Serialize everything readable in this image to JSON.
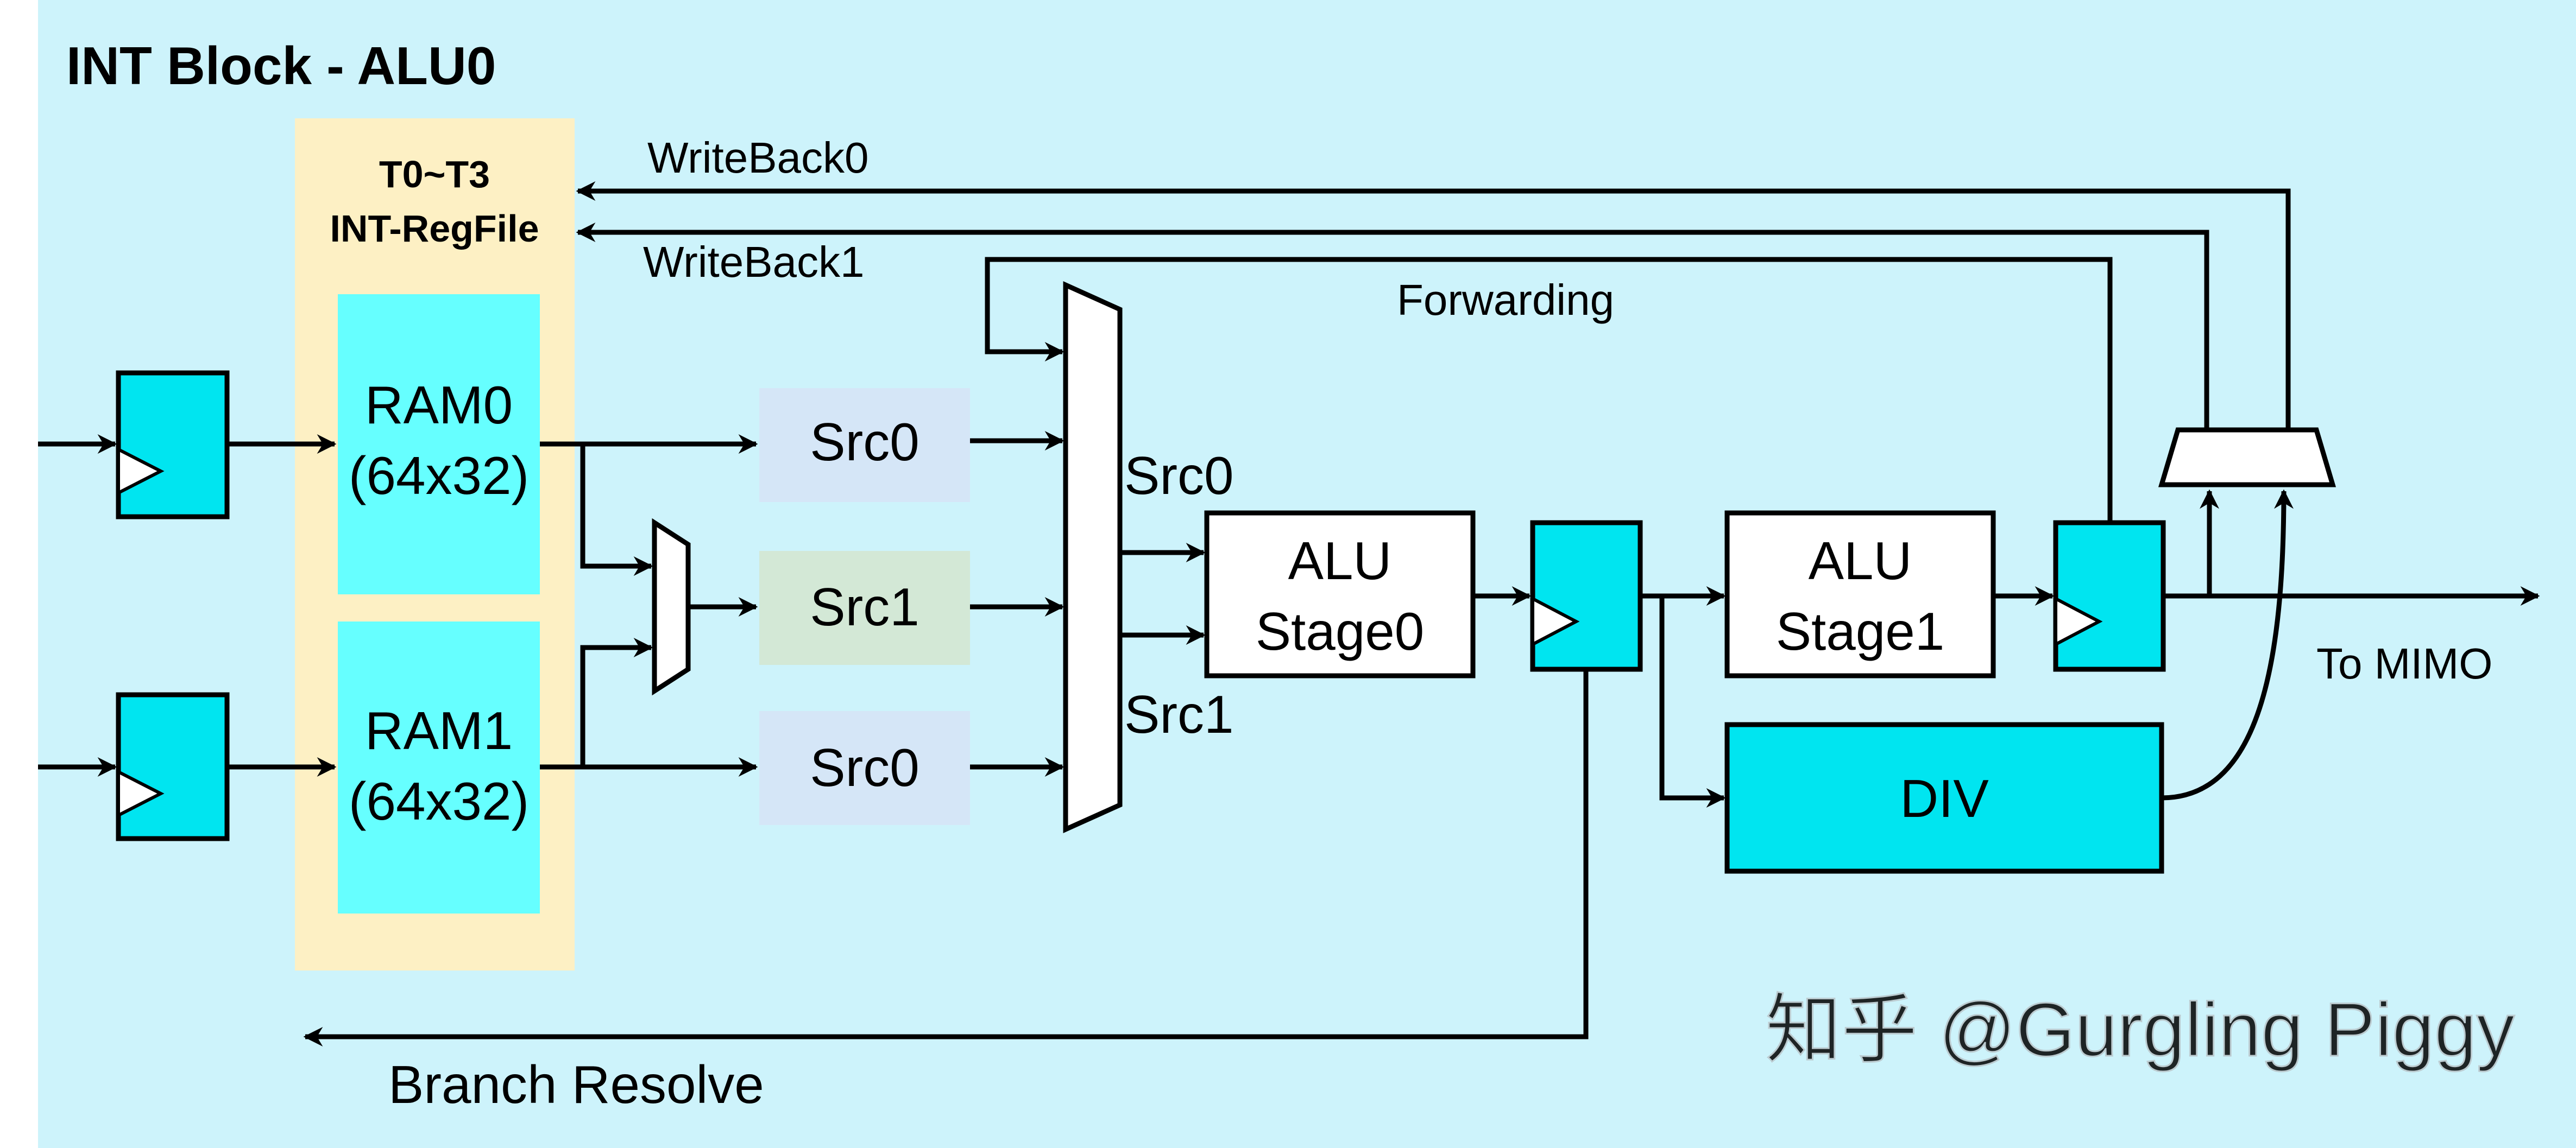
{
  "title": "INT Block - ALU0",
  "regfile": {
    "line1": "T0~T3",
    "line2": "INT-RegFile"
  },
  "ram0": {
    "line1": "RAM0",
    "line2": "(64x32)"
  },
  "ram1": {
    "line1": "RAM1",
    "line2": "(64x32)"
  },
  "src_boxes": {
    "top": "Src0",
    "middle": "Src1",
    "bottom": "Src0"
  },
  "mux_outputs": {
    "upper": "Src0",
    "lower": "Src1"
  },
  "alu_stage0": {
    "line1": "ALU",
    "line2": "Stage0"
  },
  "alu_stage1": {
    "line1": "ALU",
    "line2": "Stage1"
  },
  "div": "DIV",
  "labels": {
    "writeback0": "WriteBack0",
    "writeback1": "WriteBack1",
    "forwarding": "Forwarding",
    "to_mimo": "To MIMO",
    "branch_resolve": "Branch Resolve"
  },
  "watermark": "知乎 @Gurgling Piggy",
  "colors": {
    "background": "#cdf3fb",
    "title": "#e8131a",
    "regfile": "#fdf0c4",
    "ram": "#66ffff",
    "register": "#00e5f0",
    "div": "#00e5f0",
    "src0": "#d5e6f7",
    "src1": "#d3e8d6",
    "white": "#ffffff"
  }
}
